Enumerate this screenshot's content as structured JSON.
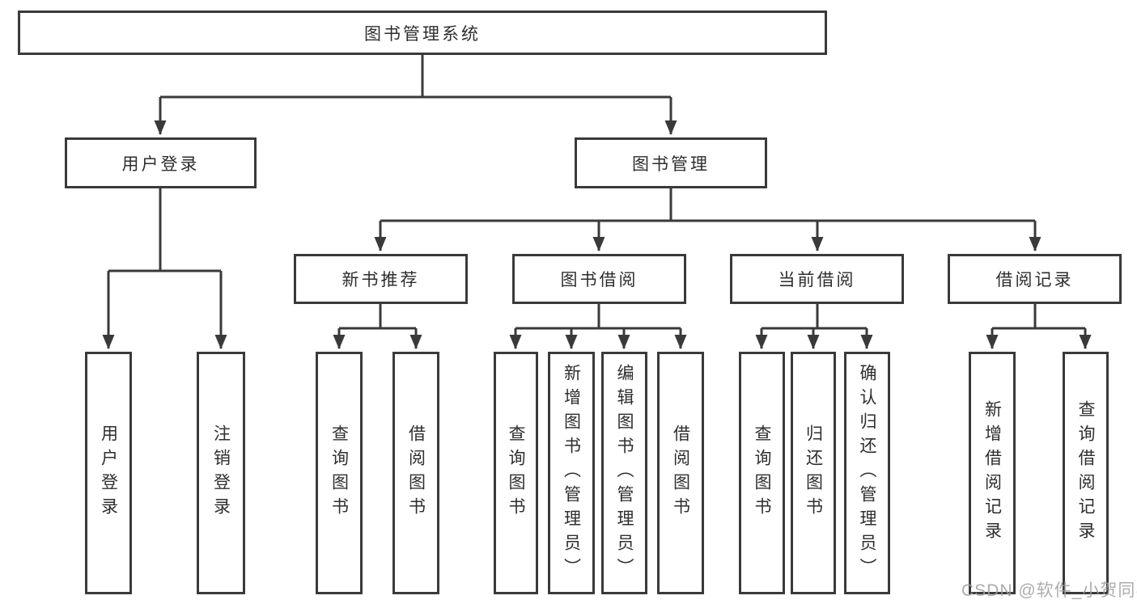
{
  "tree": {
    "label": "图书管理系统",
    "children": [
      {
        "label": "用户登录",
        "children": [
          {
            "label": "用户登录"
          },
          {
            "label": "注销登录"
          }
        ]
      },
      {
        "label": "图书管理",
        "children": [
          {
            "label": "新书推荐",
            "children": [
              {
                "label": "查询图书"
              },
              {
                "label": "借阅图书"
              }
            ]
          },
          {
            "label": "图书借阅",
            "children": [
              {
                "label": "查询图书"
              },
              {
                "label": "新增图书（管理员）"
              },
              {
                "label": "编辑图书（管理员）"
              },
              {
                "label": "借阅图书"
              }
            ]
          },
          {
            "label": "当前借阅",
            "children": [
              {
                "label": "查询图书"
              },
              {
                "label": "归还图书"
              },
              {
                "label": "确认归还（管理员）"
              }
            ]
          },
          {
            "label": "借阅记录",
            "children": [
              {
                "label": "新增借阅记录"
              },
              {
                "label": "查询借阅记录"
              }
            ]
          }
        ]
      }
    ]
  },
  "watermark": {
    "text": "CSDN @软件_小贺同学"
  },
  "colors": {
    "line": "#3a3a3a",
    "text": "#2e2e2e",
    "watermark": "#9e9e9e",
    "background": "#ffffff"
  }
}
